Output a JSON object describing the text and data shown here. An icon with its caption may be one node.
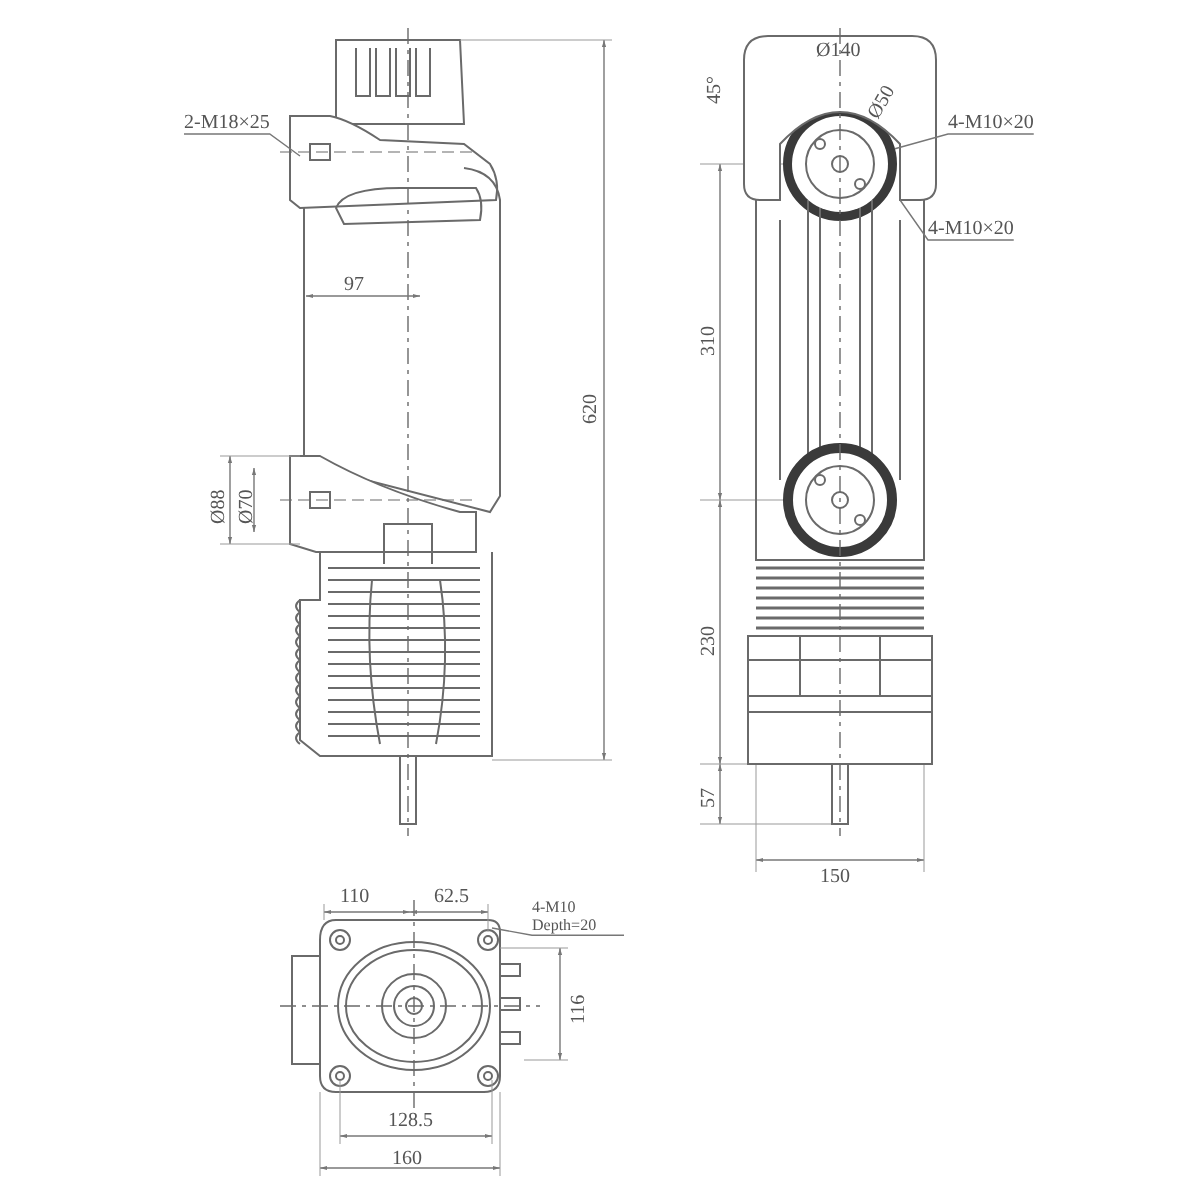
{
  "diagram": {
    "nodes": [
      {
        "text": [
          "2-M18×25"
        ]
      },
      {
        "text": [
          "4-M10×20"
        ]
      },
      {
        "text": [
          "4-M10×20"
        ]
      },
      {
        "text": [
          "4-M10 Depth=20"
        ]
      },
      {
        "text": [],
        "shape": "circle"
      }
    ],
    "edges": [
      {
        "from": 0,
        "to": null,
        "arrow": "none"
      },
      {
        "from": 1,
        "to": 4,
        "arrow": "none"
      },
      {
        "from": 2,
        "to": null,
        "arrow": "none"
      },
      {
        "from": 3,
        "to": null,
        "arrow": "none"
      }
    ],
    "labels": [
      "Ø140",
      "45°",
      "Ø50",
      "97",
      "Ø88",
      "Ø70",
      "620",
      "310",
      "230",
      "57",
      "150",
      "110",
      "62.5",
      "116",
      "128.5",
      "160"
    ]
  }
}
